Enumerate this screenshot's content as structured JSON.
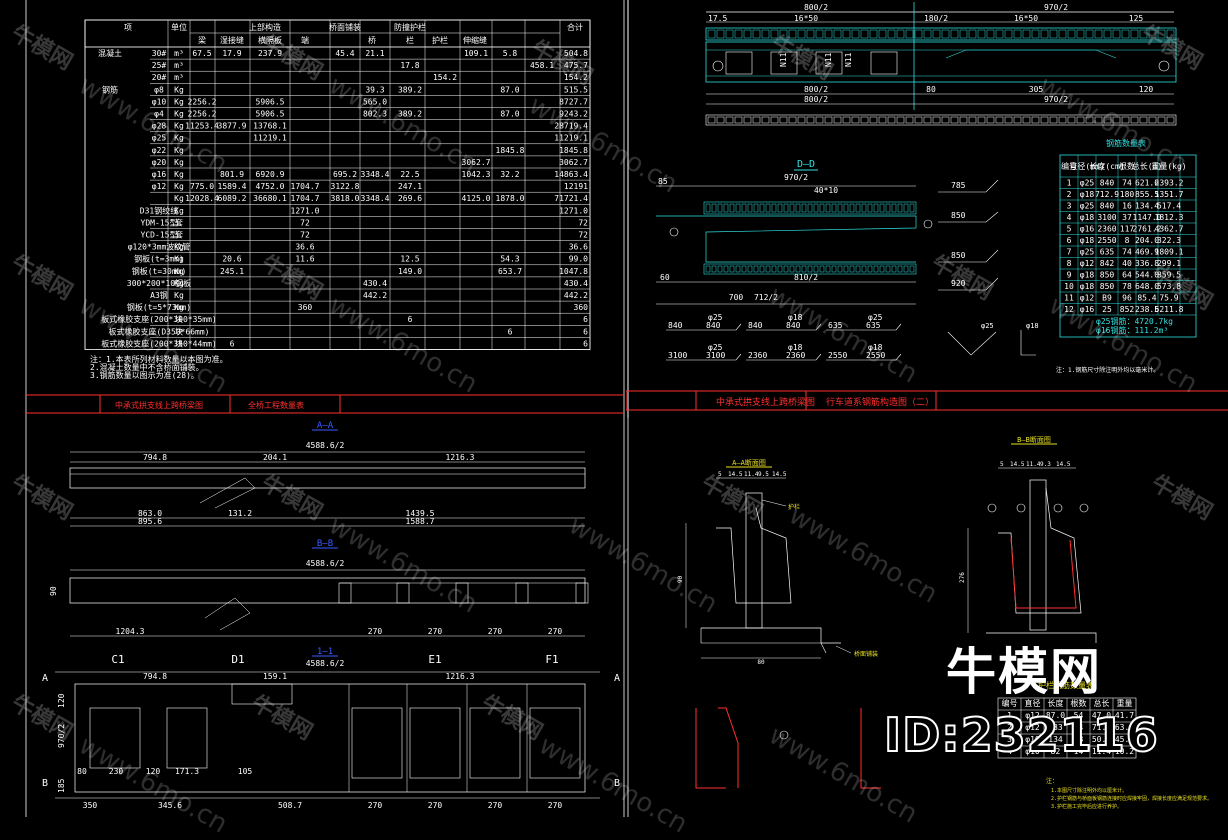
{
  "quantity_table": {
    "header_top": [
      "项",
      "单位",
      "上部构造",
      "桥面铺装",
      "防撞护栏",
      "合计"
    ],
    "header_sub": [
      "梁",
      "湿接缝",
      "横隔板",
      "端",
      "桥",
      "栏",
      "护栏",
      "伸缩缝"
    ],
    "rows": [
      {
        "group": "混凝土",
        "item": "30#",
        "unit": "m³",
        "vals": [
          "67.5",
          "17.9",
          "237.9",
          "",
          "45.4",
          "21.1",
          "",
          "",
          "109.1",
          "5.8",
          "",
          "504.8"
        ]
      },
      {
        "group": "",
        "item": "25#",
        "unit": "m³",
        "vals": [
          "",
          "",
          "",
          "",
          "",
          "",
          "17.8",
          "",
          "",
          "",
          "458.1",
          "475.7"
        ]
      },
      {
        "group": "",
        "item": "20#",
        "unit": "m³",
        "vals": [
          "",
          "",
          "",
          "",
          "",
          "",
          "",
          "154.2",
          "",
          "",
          "",
          "154.2"
        ]
      },
      {
        "group": "钢筋",
        "item": "φ8",
        "unit": "Kg",
        "vals": [
          "",
          "",
          "",
          "",
          "",
          "39.3",
          "389.2",
          "",
          "",
          "87.0",
          "",
          "515.5"
        ]
      },
      {
        "group": "",
        "item": "φ10",
        "unit": "Kg",
        "vals": [
          "2256.2",
          "",
          "5906.5",
          "",
          "",
          "565.0",
          "",
          "",
          "",
          "",
          "",
          "8727.7"
        ]
      },
      {
        "group": "",
        "item": "φ4",
        "unit": "Kg",
        "vals": [
          "2256.2",
          "",
          "5906.5",
          "",
          "",
          "802.3",
          "389.2",
          "",
          "",
          "87.0",
          "",
          "9243.2"
        ]
      },
      {
        "group": "",
        "item": "φ28",
        "unit": "Kg",
        "vals": [
          "11253.4",
          "3877.9",
          "13768.1",
          "",
          "",
          "",
          "",
          "",
          "",
          "",
          "",
          "28719.4"
        ]
      },
      {
        "group": "",
        "item": "φ25",
        "unit": "Kg",
        "vals": [
          "",
          "",
          "11219.1",
          "",
          "",
          "",
          "",
          "",
          "",
          "",
          "",
          "11219.1"
        ]
      },
      {
        "group": "",
        "item": "φ22",
        "unit": "Kg",
        "vals": [
          "",
          "",
          "",
          "",
          "",
          "",
          "",
          "",
          "",
          "1845.8",
          "",
          "1845.8"
        ]
      },
      {
        "group": "",
        "item": "φ20",
        "unit": "Kg",
        "vals": [
          "",
          "",
          "",
          "",
          "",
          "",
          "",
          "",
          "3062.7",
          "",
          "",
          "3062.7"
        ]
      },
      {
        "group": "",
        "item": "φ16",
        "unit": "Kg",
        "vals": [
          "",
          "801.9",
          "6920.9",
          "",
          "695.2",
          "3348.4",
          "22.5",
          "",
          "1042.3",
          "32.2",
          "",
          "14863.4"
        ]
      },
      {
        "group": "",
        "item": "φ12",
        "unit": "Kg",
        "vals": [
          "775.0",
          "1589.4",
          "4752.0",
          "1704.7",
          "3122.8",
          "",
          "247.1",
          "",
          "",
          "",
          "",
          "12191"
        ]
      },
      {
        "group": "",
        "item": "",
        "unit": "Kg",
        "vals": [
          "12028.4",
          "6089.2",
          "36680.1",
          "1704.7",
          "3818.0",
          "3348.4",
          "269.6",
          "",
          "4125.0",
          "1878.0",
          "",
          "71721.4"
        ]
      },
      {
        "group": "",
        "item": "D31钢绞线",
        "unit": "Kg",
        "vals": [
          "",
          "",
          "",
          "1271.0",
          "",
          "",
          "",
          "",
          "",
          "",
          "",
          "1271.0"
        ]
      },
      {
        "group": "",
        "item": "YDM-15型",
        "unit": "套",
        "vals": [
          "",
          "",
          "",
          "72",
          "",
          "",
          "",
          "",
          "",
          "",
          "",
          "72"
        ]
      },
      {
        "group": "",
        "item": "YCD-15型",
        "unit": "套",
        "vals": [
          "",
          "",
          "",
          "72",
          "",
          "",
          "",
          "",
          "",
          "",
          "",
          "72"
        ]
      },
      {
        "group": "",
        "item": "φ120*3mm波纹管",
        "unit": "Kg",
        "vals": [
          "",
          "",
          "",
          "36.6",
          "",
          "",
          "",
          "",
          "",
          "",
          "",
          "36.6"
        ]
      },
      {
        "group": "",
        "item": "钢板(t=3mm)",
        "unit": "Kg",
        "vals": [
          "",
          "20.6",
          "",
          "11.6",
          "",
          "",
          "12.5",
          "",
          "",
          "54.3",
          "",
          "99.0"
        ]
      },
      {
        "group": "",
        "item": "钢板(t=30mm)",
        "unit": "Kg",
        "vals": [
          "",
          "245.1",
          "",
          "",
          "",
          "",
          "149.0",
          "",
          "",
          "653.7",
          "",
          "1047.8"
        ]
      },
      {
        "group": "",
        "item": "300*200*10钢板",
        "unit": "Kg",
        "vals": [
          "",
          "",
          "",
          "",
          "",
          "430.4",
          "",
          "",
          "",
          "",
          "",
          "430.4"
        ]
      },
      {
        "group": "",
        "item": "A3钢",
        "unit": "Kg",
        "vals": [
          "",
          "",
          "",
          "",
          "",
          "442.2",
          "",
          "",
          "",
          "",
          "",
          "442.2"
        ]
      },
      {
        "group": "",
        "item": "钢板(t=5*73mm)",
        "unit": "Kg",
        "vals": [
          "",
          "",
          "",
          "360",
          "",
          "",
          "",
          "",
          "",
          "",
          "",
          "360"
        ]
      },
      {
        "group": "",
        "item": "板式橡胶支座(200*300*35mm)",
        "unit": "块",
        "vals": [
          "",
          "",
          "",
          "",
          "",
          "",
          "6",
          "",
          "",
          "",
          "",
          "6"
        ]
      },
      {
        "group": "",
        "item": "板式橡胶支座(D350*66mm)",
        "unit": "块",
        "vals": [
          "",
          "",
          "",
          "",
          "",
          "",
          "",
          "",
          "",
          "6",
          "",
          "6"
        ]
      },
      {
        "group": "",
        "item": "板式橡胶支座(200*350*44mm)",
        "unit": "块",
        "vals": [
          "",
          "6",
          "",
          "",
          "",
          "",
          "",
          "",
          "",
          "",
          "",
          "6"
        ]
      }
    ],
    "notes": [
      "注：1.本表所列材料数量以本图为准。",
      "2.混凝土数量中不含桥面铺装。",
      "3.钢筋数量以图示为准(28)。"
    ]
  },
  "title_bars": {
    "left_project": "中承式拱支线上跨桥梁图",
    "left_sheet": "全桥工程数量表",
    "right_project": "中承式拱支线上跨桥梁图",
    "right_sheet": "行车道系钢筋构造图（二）"
  },
  "top_right": {
    "dim_top_left": "800/2",
    "dim_top_right": "970/2",
    "dim_sub": [
      "17.5",
      "16*50",
      "180/2",
      "16*50",
      "125"
    ],
    "labels_n": [
      "N11",
      "N11",
      "N11"
    ],
    "dim_bottom": [
      "800/2",
      "970/2",
      "80",
      "305",
      "120"
    ],
    "section_title": "D—D",
    "dd_dims_top": [
      "85",
      "970/2",
      "40*10"
    ],
    "dd_dims_bottom": [
      "60",
      "810/2",
      "700",
      "712/2"
    ],
    "rebar_dims": [
      [
        "φ25",
        "840",
        "840"
      ],
      [
        "φ18",
        "840",
        "840"
      ],
      [
        "φ25",
        "635",
        "635"
      ],
      [
        "φ25",
        "3100",
        "3100"
      ],
      [
        "φ18",
        "2360",
        "2360"
      ],
      [
        "φ18",
        "2550",
        "2550"
      ]
    ],
    "rebar_side": [
      "785",
      "850",
      "850",
      "920"
    ],
    "note": "注：1.钢筋尺寸除注明外均以毫米计。"
  },
  "rebar_table": {
    "title": "钢筋数量表",
    "headers": [
      "编号",
      "直径(mm)",
      "长度(cm)",
      "根数",
      "总长(m)",
      "重量(kg)"
    ],
    "rows": [
      [
        "1",
        "φ25",
        "840",
        "74",
        "621.6",
        "2393.2"
      ],
      [
        "2",
        "φ18",
        "712.9",
        "180",
        "855.5",
        "1351.7"
      ],
      [
        "3",
        "φ25",
        "840",
        "16",
        "134.4",
        "517.4"
      ],
      [
        "4",
        "φ18",
        "3100",
        "37",
        "1147.0",
        "1812.3"
      ],
      [
        "5",
        "φ16",
        "2360",
        "117",
        "2761.2",
        "4362.7"
      ],
      [
        "6",
        "φ18",
        "2550",
        "8",
        "204.0",
        "322.3"
      ],
      [
        "7",
        "φ25",
        "635",
        "74",
        "469.9",
        "1809.1"
      ],
      [
        "8",
        "φ12",
        "842",
        "40",
        "336.8",
        "299.1"
      ],
      [
        "9",
        "φ18",
        "850",
        "64",
        "544.0",
        "859.5"
      ],
      [
        "10",
        "φ18",
        "850",
        "78",
        "648.0",
        "573.8"
      ],
      [
        "11",
        "φ12",
        "B9",
        "96",
        "85.4",
        "75.9"
      ],
      [
        "12",
        "φ16",
        "25",
        "852",
        "238.5",
        "6211.8"
      ]
    ],
    "totals": [
      "φ25钢筋：4720.7kg",
      "φ16钢筋：111.2m³"
    ]
  },
  "bottom_left": {
    "aa_title": "A—A",
    "aa_dim": "4588.6/2",
    "aa_dims": [
      "794.8",
      "204.1",
      "1216.3"
    ],
    "aa_bottom": [
      "863.0",
      "131.2",
      "1439.5",
      "895.6",
      "1588.7"
    ],
    "bb_title": "B—B",
    "bb_dim": "4588.6/2",
    "bb_bottom": [
      "1204.3",
      "270",
      "270",
      "270",
      "270"
    ],
    "bb_side": "90",
    "cc_title": "1—1",
    "cc_dim": "4588.6/2",
    "cc_top": [
      "C1",
      "D1",
      "E1",
      "F1"
    ],
    "cc_dims": [
      "794.8",
      "159.1",
      "1216.3"
    ],
    "cc_bottom": [
      "350",
      "345.6",
      "508.7",
      "270",
      "270",
      "270",
      "270"
    ],
    "cc_mid": [
      "230",
      "120",
      "171.3",
      "80",
      "105"
    ],
    "cc_sides": [
      "A",
      "A",
      "B",
      "B"
    ],
    "cc_side_dims": [
      "120",
      "970/2",
      "185"
    ]
  },
  "bottom_right": {
    "left_title": "A—A断面图",
    "right_title": "B—B断面图",
    "dims_left": [
      "5",
      "14.5",
      "11.4",
      "9.5",
      "14.5"
    ],
    "dims_right": [
      "5",
      "14.5",
      "11.4",
      "9.3",
      "14.5"
    ],
    "height_left": "90",
    "height_right": "276",
    "base_dim": "80",
    "label_left": "护栏",
    "label_right": "桥面铺装",
    "small_table_title": "护栏钢筋数量表",
    "small_table_headers": [
      "编号",
      "直径",
      "长度",
      "根数",
      "总长",
      "重量"
    ],
    "small_table_rows": [
      [
        "1",
        "φ12",
        "87.0",
        "54",
        "47.0",
        "41.7"
      ],
      [
        "2",
        "φ12",
        "133",
        "54",
        "71.8",
        "63.8"
      ],
      [
        "3",
        "φ10",
        "134",
        "38",
        "50.9",
        "45.2"
      ],
      [
        "4",
        "φ10",
        "82",
        "14",
        "11.4",
        "10.2"
      ]
    ],
    "notes": [
      "注：",
      "1.本图尺寸除注明外均以厘米计。",
      "2.护栏钢筋与桥面板钢筋连接时应焊接牢固，焊接长度应满足规范要求。",
      "3.护栏施工完毕后应进行养护。"
    ]
  },
  "watermarks": {
    "cn": "牛模网",
    "url": "www.6mo.cn",
    "brand": "牛模网",
    "id": "ID:232116"
  },
  "colors": {
    "background": "#000000",
    "line": "#ffffff",
    "cyan": "#2fe0e0",
    "yellow": "#e8e020",
    "red": "#ff3030",
    "blue": "#3a5cff"
  }
}
